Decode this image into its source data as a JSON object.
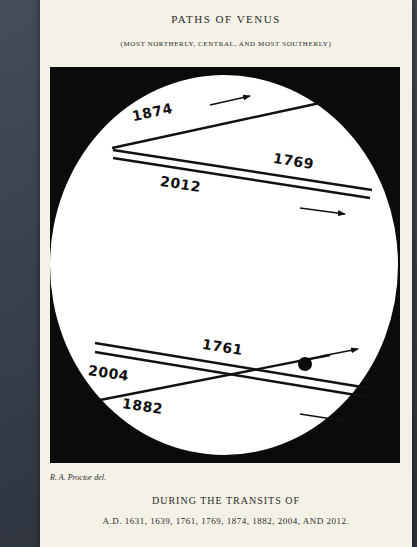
{
  "diagram": {
    "title": "PATHS OF VENUS",
    "caption": "DURING THE TRANSITS OF",
    "labels": [
      "(MOST NORTHERLY, CENTRAL, AND MOST SOUTHERLY)",
      "1874",
      "1769",
      "2012",
      "1761",
      "2004",
      "1882",
      "R. A. Proctor del.",
      "A.D. 1631, 1639, 1761, 1769, 1874, 1882, 2004, AND 2012."
    ]
  }
}
